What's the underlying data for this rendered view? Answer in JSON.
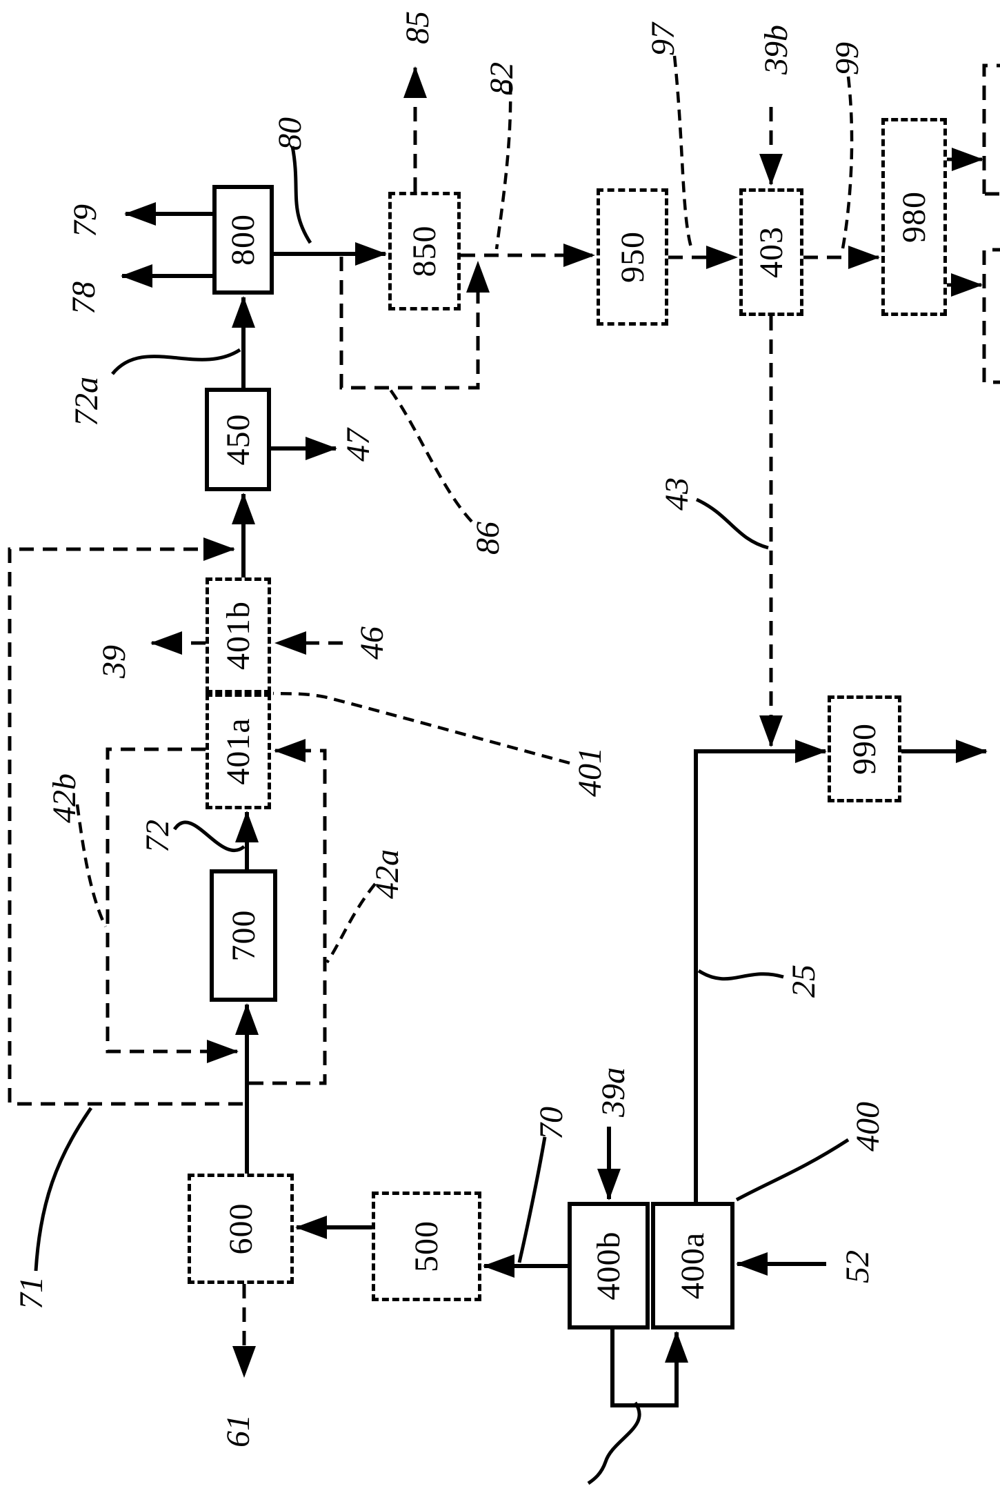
{
  "figure": {
    "title": "process flow diagram",
    "ink_color": "#000000",
    "background_color": "#ffffff",
    "boxes": [
      {
        "id": "600",
        "label": "600"
      },
      {
        "id": "700",
        "label": "700"
      },
      {
        "id": "401a",
        "label": "401a"
      },
      {
        "id": "401b",
        "label": "401b"
      },
      {
        "id": "450",
        "label": "450"
      },
      {
        "id": "800",
        "label": "800"
      },
      {
        "id": "500",
        "label": "500"
      },
      {
        "id": "400b",
        "label": "400b"
      },
      {
        "id": "400a",
        "label": "400a"
      },
      {
        "id": "850",
        "label": "850"
      },
      {
        "id": "950",
        "label": "950"
      },
      {
        "id": "403",
        "label": "403"
      },
      {
        "id": "980",
        "label": "980"
      },
      {
        "id": "990",
        "label": "990"
      }
    ],
    "ref_labels": [
      {
        "id": "85",
        "text": "85"
      },
      {
        "id": "82",
        "text": "82"
      },
      {
        "id": "97",
        "text": "97"
      },
      {
        "id": "39b",
        "text": "39b"
      },
      {
        "id": "99",
        "text": "99"
      },
      {
        "id": "80",
        "text": "80"
      },
      {
        "id": "79",
        "text": "79"
      },
      {
        "id": "78",
        "text": "78"
      },
      {
        "id": "72a",
        "text": "72a"
      },
      {
        "id": "47",
        "text": "47"
      },
      {
        "id": "86",
        "text": "86"
      },
      {
        "id": "39",
        "text": "39"
      },
      {
        "id": "46",
        "text": "46"
      },
      {
        "id": "71",
        "text": "71"
      },
      {
        "id": "42b",
        "text": "42b"
      },
      {
        "id": "72",
        "text": "72"
      },
      {
        "id": "42a",
        "text": "42a"
      },
      {
        "id": "61",
        "text": "61"
      },
      {
        "id": "401",
        "text": "401"
      },
      {
        "id": "43",
        "text": "43"
      },
      {
        "id": "25",
        "text": "25"
      },
      {
        "id": "39a",
        "text": "39a"
      },
      {
        "id": "70",
        "text": "70"
      },
      {
        "id": "400",
        "text": "400"
      },
      {
        "id": "52",
        "text": "52"
      }
    ]
  }
}
